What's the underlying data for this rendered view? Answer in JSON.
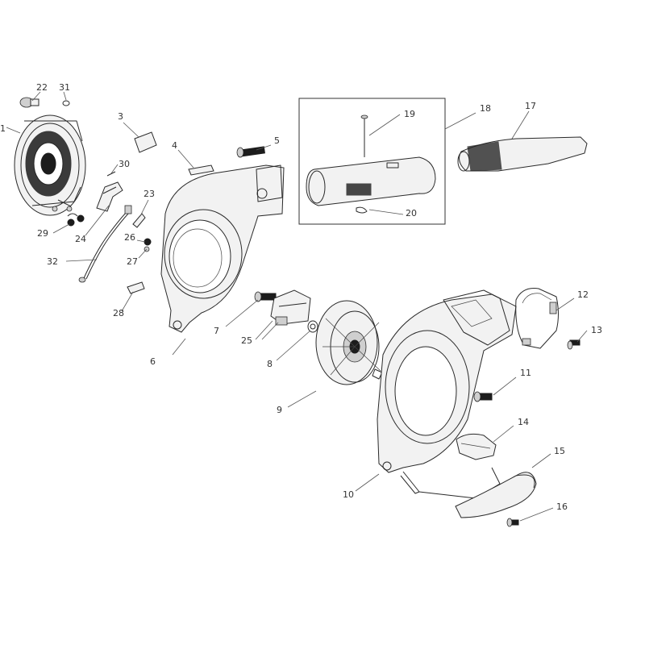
{
  "diagram": {
    "callouts": [
      "1",
      "3",
      "4",
      "5",
      "6",
      "7",
      "8",
      "9",
      "10",
      "11",
      "12",
      "13",
      "14",
      "15",
      "16",
      "17",
      "18",
      "19",
      "20",
      "22",
      "23",
      "24",
      "25",
      "26",
      "27",
      "28",
      "29",
      "30",
      "31",
      "32"
    ]
  }
}
